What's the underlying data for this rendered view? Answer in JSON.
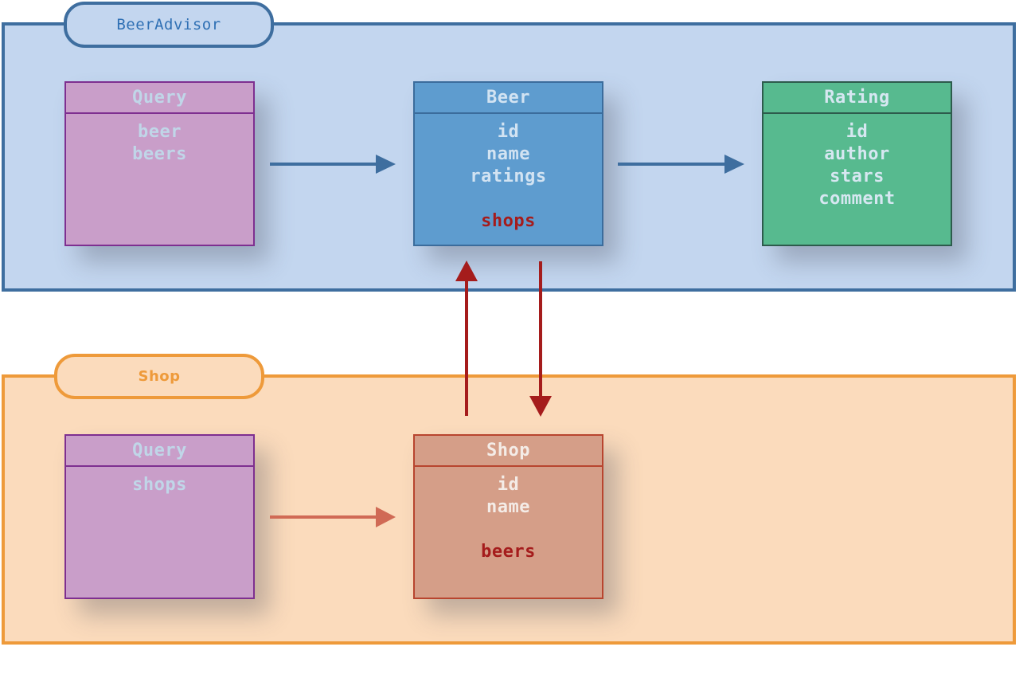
{
  "groups": {
    "beeradvisor": {
      "label": "BeerAdvisor"
    },
    "shop": {
      "label": "Shop"
    }
  },
  "types": {
    "beer_query": {
      "title": "Query",
      "fields": [
        "beer",
        "beers"
      ]
    },
    "beer": {
      "title": "Beer",
      "fields": [
        "id",
        "name",
        "ratings"
      ],
      "extension_field": "shops"
    },
    "rating": {
      "title": "Rating",
      "fields": [
        "id",
        "author",
        "stars",
        "comment"
      ]
    },
    "shop_query": {
      "title": "Query",
      "fields": [
        "shops"
      ]
    },
    "shop": {
      "title": "Shop",
      "fields": [
        "id",
        "name"
      ],
      "extension_field": "beers"
    }
  },
  "colors": {
    "beer_group_fill": "#c3d6ef",
    "beer_group_border": "#3e6e9f",
    "shop_group_fill": "#fbdbbc",
    "shop_group_border": "#ee9a3a",
    "query_fill": "#c99ec9",
    "beer_fill": "#5e9ccf",
    "rating_fill": "#57ba8f",
    "shop_fill": "#d59e88",
    "link_arrow": "#a51c1c",
    "beer_arrow": "#3e6e9f",
    "shop_arrow": "#d06a55"
  }
}
